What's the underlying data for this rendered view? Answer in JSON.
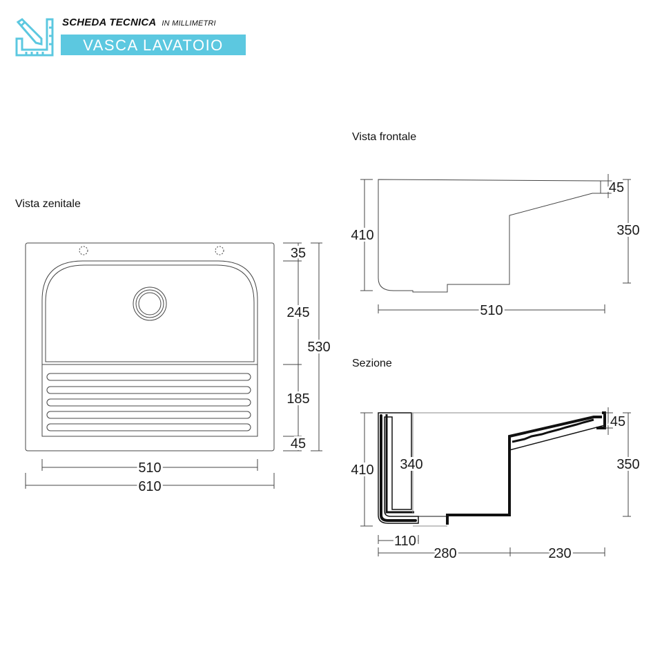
{
  "header": {
    "title": "SCHEDA TECNICA",
    "subtitle": "IN MILLIMETRI",
    "product": "VASCA LAVATOIO",
    "accent_color": "#5cc8e0",
    "logo_icon": "ruler-pencil-icon"
  },
  "views": {
    "top": {
      "label": "Vista zenitale",
      "dims": {
        "inner_width": "510",
        "outer_width": "610",
        "total_depth": "530",
        "back_rim": "35",
        "basin": "245",
        "washboard": "185",
        "front_rim": "45"
      }
    },
    "front": {
      "label": "Vista frontale",
      "dims": {
        "height": "410",
        "right_height": "350",
        "rim": "45",
        "width": "510"
      }
    },
    "section": {
      "label": "Sezione",
      "dims": {
        "height": "410",
        "inner_height": "340",
        "right_height": "350",
        "rim": "45",
        "wall": "110",
        "basin_length": "280",
        "board_length": "230"
      }
    }
  }
}
